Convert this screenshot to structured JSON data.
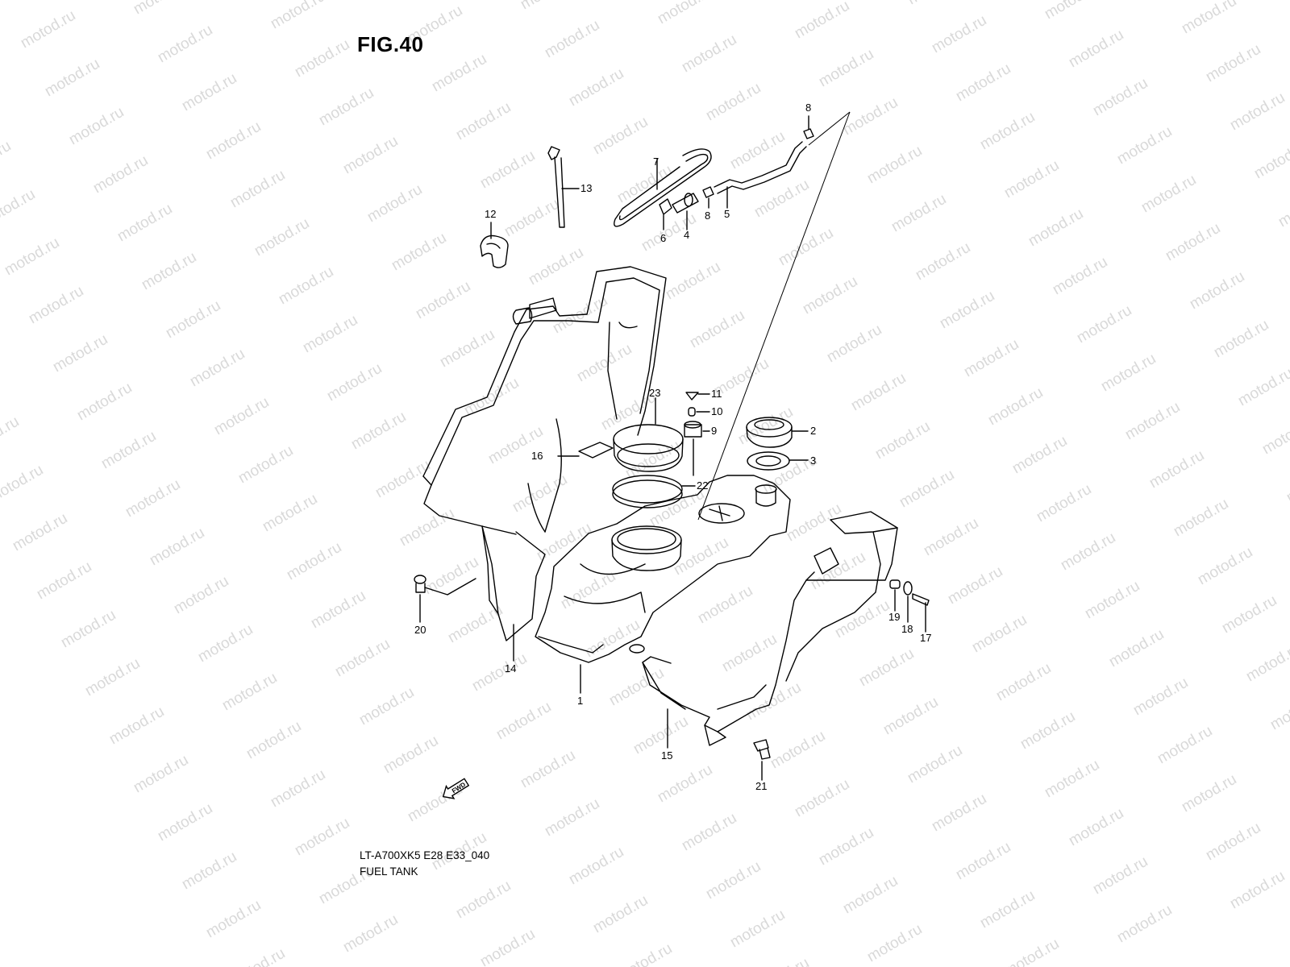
{
  "figure_title": "FIG.40",
  "watermark_text": "motod.ru",
  "footer": {
    "model_code": "LT-A700XK5 E28 E33_040",
    "section_name": "FUEL TANK"
  },
  "fwd_label": "FWD",
  "part_labels": [
    "1",
    "2",
    "3",
    "4",
    "5",
    "6",
    "7",
    "8",
    "8",
    "9",
    "10",
    "11",
    "12",
    "13",
    "14",
    "15",
    "16",
    "17",
    "18",
    "19",
    "20",
    "21",
    "22",
    "23"
  ],
  "colors": {
    "ink": "#000000",
    "watermark": "#d9d9d9",
    "background": "#ffffff"
  }
}
